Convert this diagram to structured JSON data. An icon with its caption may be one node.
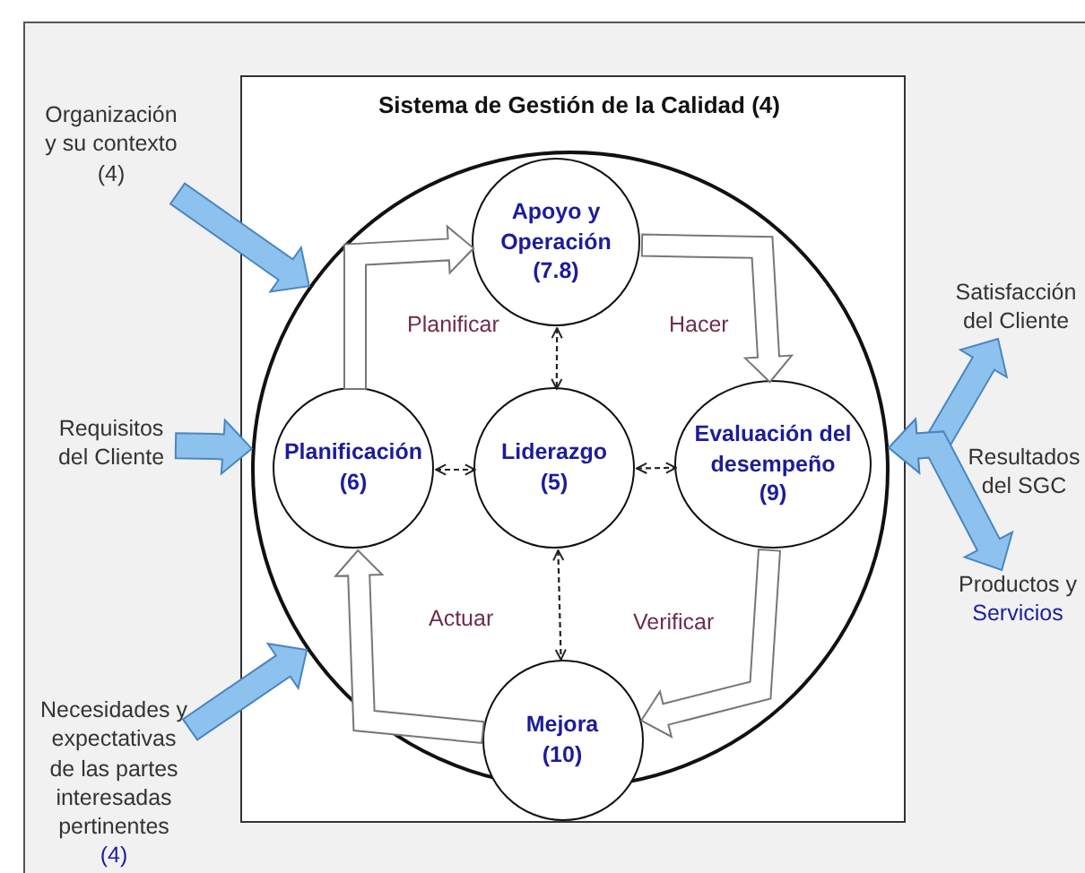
{
  "diagram": {
    "nodes": [
      {
        "text": [
          "Sistema de Gestión de la Calidad (4)"
        ]
      },
      {
        "text": [],
        "shape": "circle",
        "in": 0
      },
      {
        "text": [
          "Apoyo y Operación",
          "(7.8)"
        ],
        "in": 1
      },
      {
        "text": [
          "Planificación",
          "(6)"
        ],
        "in": 1
      },
      {
        "text": [
          "Liderazgo",
          "(5)"
        ],
        "in": 1
      },
      {
        "text": [
          "Evaluación del desempeño",
          "(9)"
        ],
        "in": 1
      },
      {
        "text": [
          "Mejora",
          "(10)"
        ],
        "in": 0
      },
      {
        "text": [
          "Organización y su contexto (4)"
        ]
      },
      {
        "text": [
          "Requisitos del Cliente"
        ]
      },
      {
        "text": [
          "Necesidades y expectativas de las partes interesadas pertinentes",
          "(4)"
        ]
      },
      {
        "text": [
          "Satisfacción del Cliente"
        ]
      },
      {
        "text": [
          "Productos y",
          "Servicios"
        ]
      }
    ],
    "edges": [
      {
        "from": 7,
        "to": 1,
        "arrow": "to",
        "style": "thick",
        "color": "#8ec2ee"
      },
      {
        "from": 8,
        "to": 1,
        "arrow": "to",
        "style": "thick",
        "color": "#8ec2ee"
      },
      {
        "from": 9,
        "to": 1,
        "arrow": "to",
        "style": "thick",
        "color": "#8ec2ee"
      },
      {
        "from": 1,
        "to": 10,
        "arrow": "both",
        "style": "thick",
        "color": "#8ec2ee"
      },
      {
        "from": 1,
        "to": 11,
        "arrow": "both",
        "style": "thick",
        "color": "#8ec2ee"
      },
      {
        "from": 3,
        "to": 2,
        "arrow": "to",
        "style": "thick",
        "label": "Planificar"
      },
      {
        "from": 2,
        "to": 5,
        "arrow": "to",
        "style": "thick",
        "label": "Hacer"
      },
      {
        "from": 5,
        "to": 6,
        "arrow": "to",
        "style": "thick",
        "label": "Verificar"
      },
      {
        "from": 6,
        "to": 3,
        "arrow": "to",
        "style": "thick",
        "label": "Actuar"
      },
      {
        "from": 2,
        "to": 4,
        "arrow": "both",
        "style": "dashed"
      },
      {
        "from": 3,
        "to": 4,
        "arrow": "both",
        "style": "dashed"
      },
      {
        "from": 4,
        "to": 5,
        "arrow": "both",
        "style": "dashed"
      },
      {
        "from": 4,
        "to": 6,
        "arrow": "both",
        "style": "dashed"
      }
    ],
    "labels": [
      "Resultados del SGC"
    ]
  }
}
